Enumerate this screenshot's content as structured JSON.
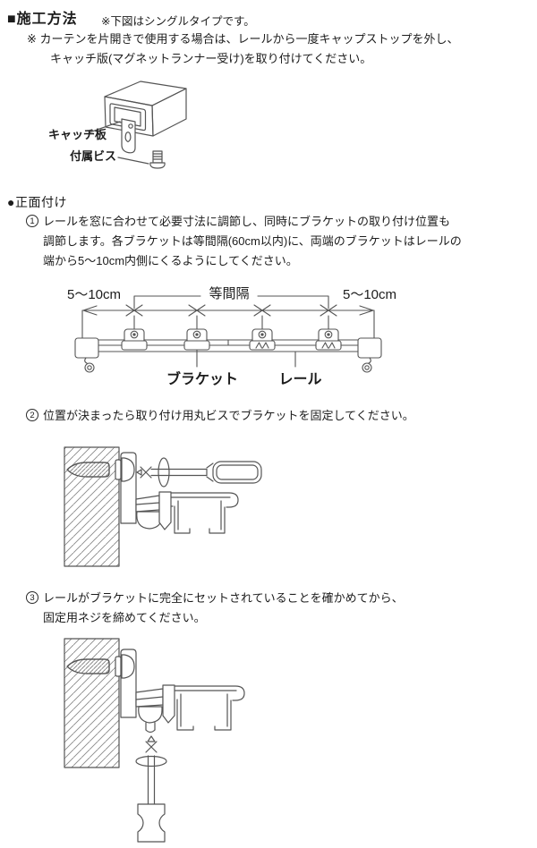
{
  "header": {
    "title": "■施工方法",
    "title_note": "※下図はシングルタイプです。",
    "caution_line1": "※ カーテンを片開きで使用する場合は、レールから一度キャップストップを外し、",
    "caution_line2": "キャッチ版(マグネットランナー受け)を取り付けてください。"
  },
  "capstop_figure": {
    "catch_plate_label": "キャッチ板",
    "screw_label": "付属ビス"
  },
  "front_mount": {
    "heading": "●正面付け",
    "steps": [
      {
        "number": "1",
        "lines": [
          "レールを窓に合わせて必要寸法に調節し、同時にブラケットの取り付け位置も",
          "調節します。各ブラケットは等間隔(60cm以内)に、両端のブラケットはレールの",
          "端から5〜10cm内側にくるようにしてください。"
        ]
      },
      {
        "number": "2",
        "lines": [
          "位置が決まったら取り付け用丸ビスでブラケットを固定してください。"
        ]
      },
      {
        "number": "3",
        "lines": [
          "レールがブラケットに完全にセットされていることを確かめてから、",
          "固定用ネジを締めてください。"
        ]
      }
    ]
  },
  "rail_figure": {
    "dim_left": "5〜10cm",
    "dim_center": "等間隔",
    "dim_right": "5〜10cm",
    "bracket_label": "ブラケット",
    "rail_label": "レール"
  },
  "colors": {
    "line_art": "#555555",
    "text": "#1c1c1c",
    "background": "#ffffff"
  }
}
